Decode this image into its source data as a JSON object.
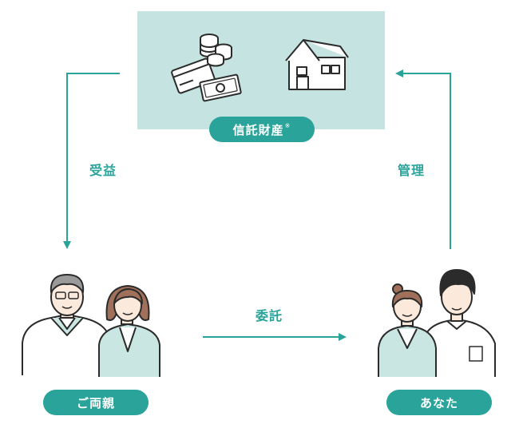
{
  "trust_property": {
    "label": "信託財産",
    "note_mark": "※"
  },
  "parents": {
    "label": "ご両親"
  },
  "you": {
    "label": "あなた"
  },
  "flows": {
    "benefit": "受益",
    "entrust": "委託",
    "manage": "管理"
  },
  "colors": {
    "accent": "#2aa39a",
    "panel": "#c4e3e1",
    "line": "#2b2b2b",
    "skin": "#fbe9dc"
  }
}
